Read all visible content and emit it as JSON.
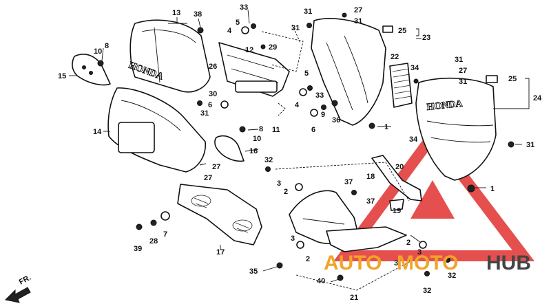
{
  "callouts": {
    "n1a": "1",
    "n1b": "1",
    "n2a": "2",
    "n2b": "2",
    "n2c": "2",
    "n3a": "3",
    "n3b": "3",
    "n3c": "3",
    "n3d": "3",
    "n4a": "4",
    "n4b": "4",
    "n5a": "5",
    "n5b": "5",
    "n6a": "6",
    "n6b": "6",
    "n7": "7",
    "n8a": "8",
    "n8b": "8",
    "n9": "9",
    "n10a": "10",
    "n10b": "10",
    "n11": "11",
    "n12": "12",
    "n13": "13",
    "n14": "14",
    "n15": "15",
    "n16": "16",
    "n17": "17",
    "n18": "18",
    "n19": "19",
    "n20": "20",
    "n21": "21",
    "n22": "22",
    "n23": "23",
    "n24": "24",
    "n25a": "25",
    "n25b": "25",
    "n26": "26",
    "n27a": "27",
    "n27b": "27",
    "n27c": "27",
    "n27d": "27",
    "n28": "28",
    "n29": "29",
    "n30": "30",
    "n31a": "31",
    "n31b": "31",
    "n31c": "31",
    "n31d": "31",
    "n31e": "31",
    "n31f": "31",
    "n31g": "31",
    "n32a": "32",
    "n32b": "32",
    "n32c": "32",
    "n33a": "33",
    "n33b": "33",
    "n34a": "34",
    "n34b": "34",
    "n35": "35",
    "n36": "36",
    "n37a": "37",
    "n37b": "37",
    "n38": "38",
    "n39": "39",
    "n40": "40"
  },
  "direction_label": "FR.",
  "brand_windscreen": "HONDA",
  "brand_cowl": "HONDA",
  "watermark": {
    "part1": "AUTO",
    "part2": "MOTO",
    "part3": "HUB",
    "color_red": "#e0312f",
    "color_orange": "#f2a32a"
  }
}
